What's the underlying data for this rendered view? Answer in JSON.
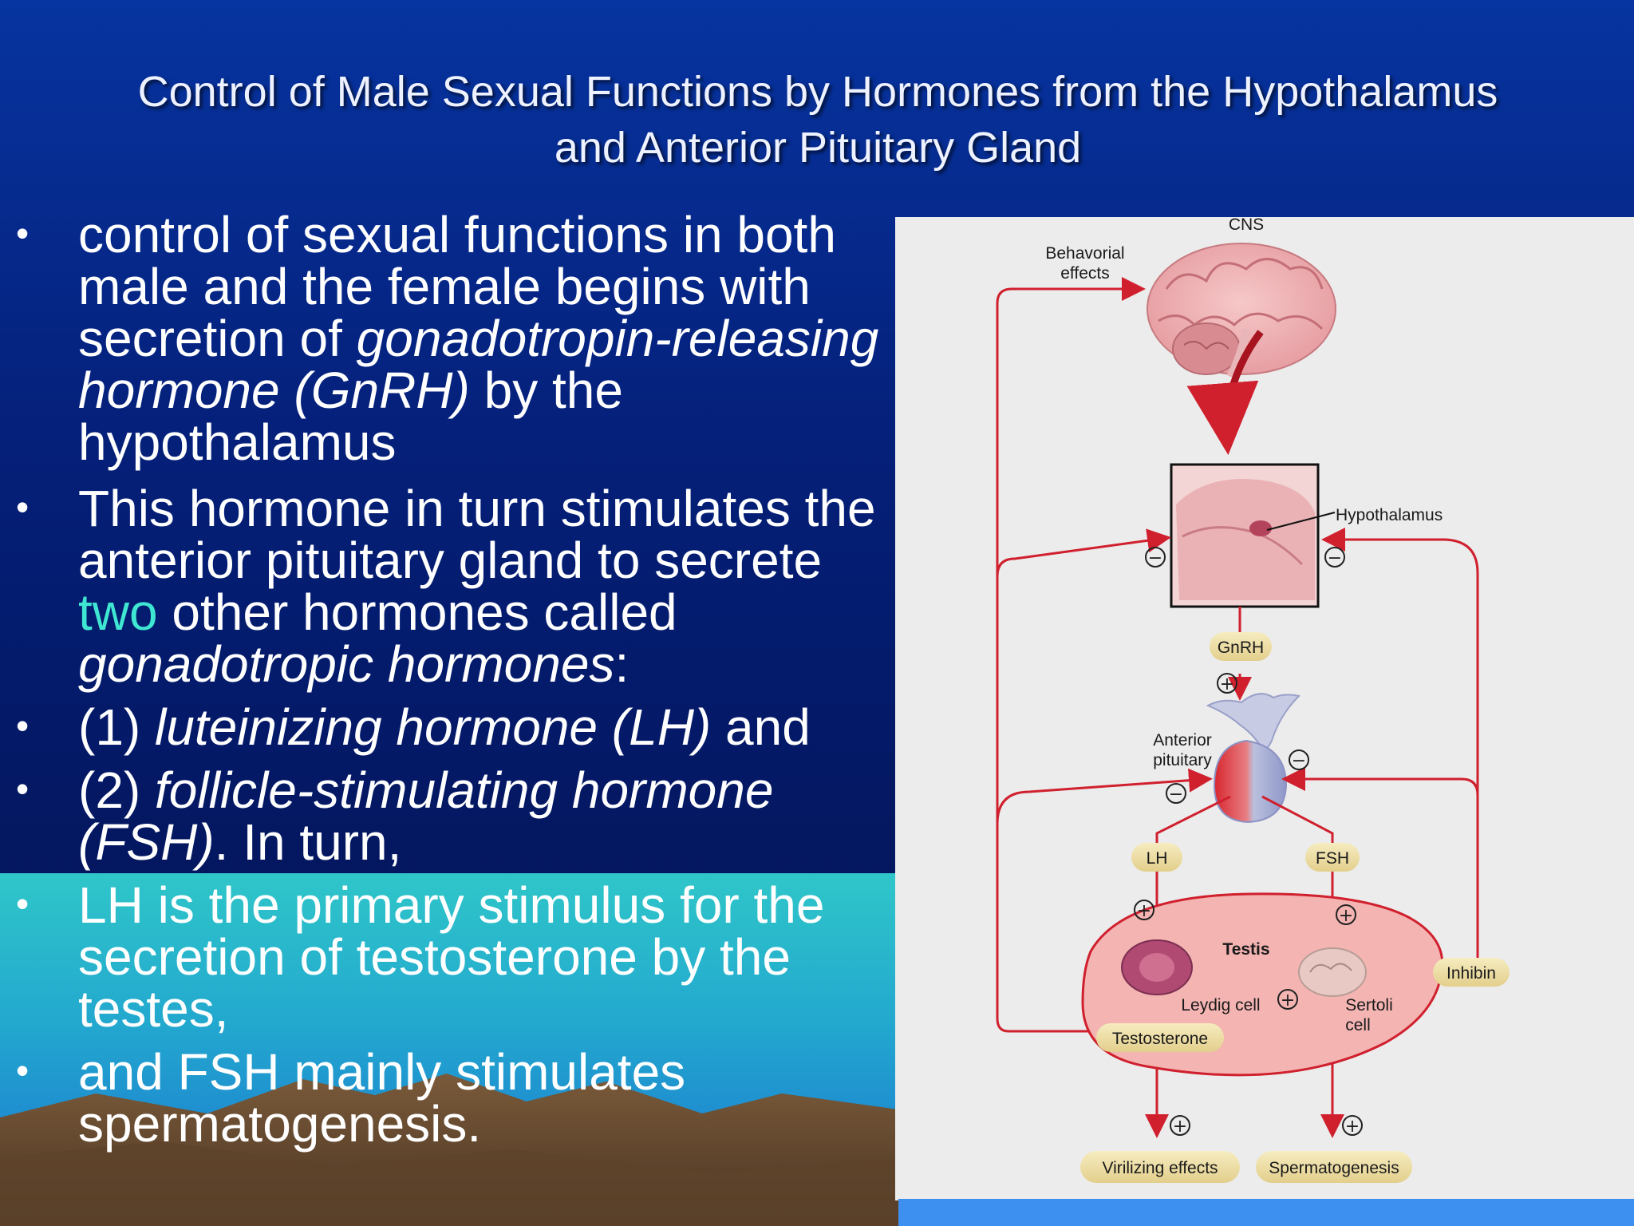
{
  "slide": {
    "title_line1": "Control of Male Sexual Functions by Hormones from the Hypothalamus",
    "title_line2": "and Anterior Pituitary Gland",
    "bullet_char": "•",
    "bullets": [
      {
        "parts": [
          "control of sexual functions in both male and the female begins with secretion of ",
          "gonadotropin-releasing hormone (GnRH)",
          " by the hypothalamus"
        ]
      },
      {
        "parts": [
          "This hormone in turn stimulates the anterior pituitary gland to secrete ",
          "two",
          " other hormones called ",
          "gonadotropic hormones",
          ":"
        ]
      },
      {
        "parts": [
          " (1) ",
          "luteinizing hormone (LH)",
          " and"
        ]
      },
      {
        "parts": [
          "(2) ",
          "follicle-stimulating hormone (FSH)",
          ". In turn,"
        ]
      },
      {
        "text": "LH is the primary stimulus for the secretion of testosterone by the testes,"
      },
      {
        "text": "and FSH mainly stimulates spermatogenesis."
      }
    ],
    "colors": {
      "background_top": "#0634a0",
      "background_mid": "#020f4a",
      "sea": "#2fc6c9",
      "highlight": "#3fe6d2",
      "arrow_red": "#d0202e"
    }
  },
  "diagram": {
    "labels": {
      "cns": "CNS",
      "behavioral_1": "Behavorial",
      "behavioral_2": "effects",
      "hypothalamus": "Hypothalamus",
      "gnrh": "GnRH",
      "anterior_1": "Anterior",
      "anterior_2": "pituitary",
      "lh": "LH",
      "fsh": "FSH",
      "testis": "Testis",
      "inhibin": "Inhibin",
      "leydig": "Leydig cell",
      "sertoli_1": "Sertoli",
      "sertoli_2": "cell",
      "testosterone": "Testosterone",
      "virilizing": "Virilizing effects",
      "spermatogenesis": "Spermatogenesis"
    },
    "signs": {
      "minus": "−",
      "plus": "+"
    }
  }
}
